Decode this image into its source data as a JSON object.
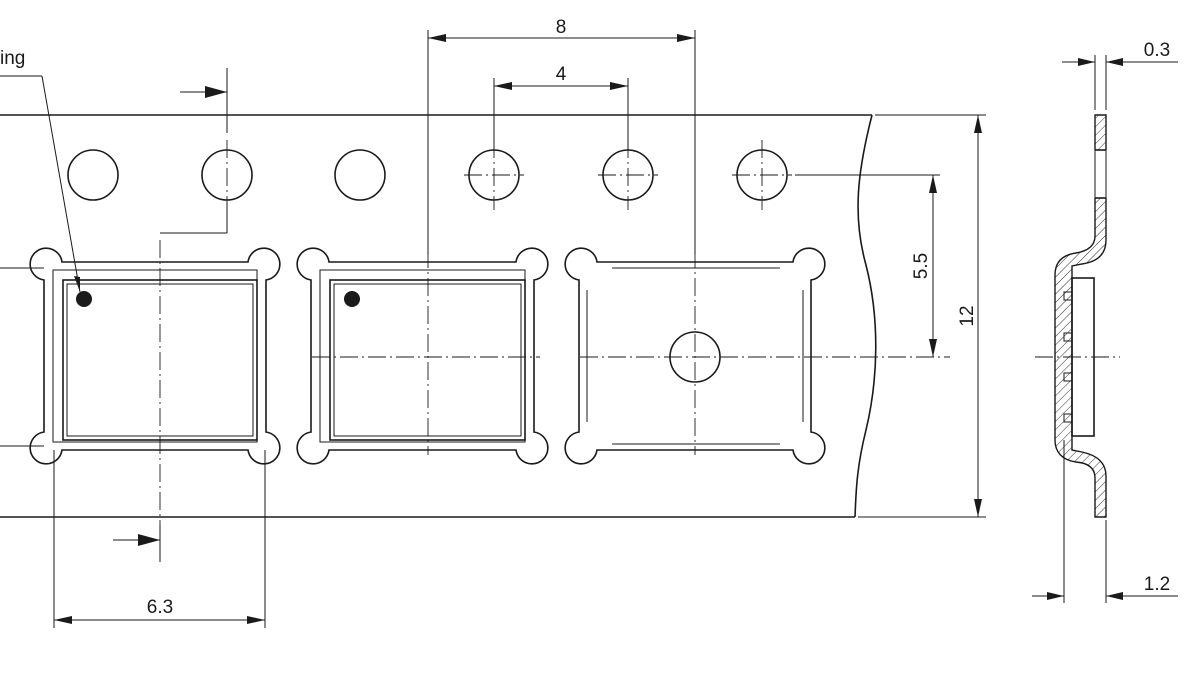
{
  "labels": {
    "pin1_marking": "ing",
    "pitch_pocket": "8",
    "pitch_sprocket": "4",
    "pocket_width": "6.3",
    "hole_to_center": "5.5",
    "tape_width": "12",
    "tape_thickness": "0.3",
    "pocket_depth": "1.2"
  }
}
